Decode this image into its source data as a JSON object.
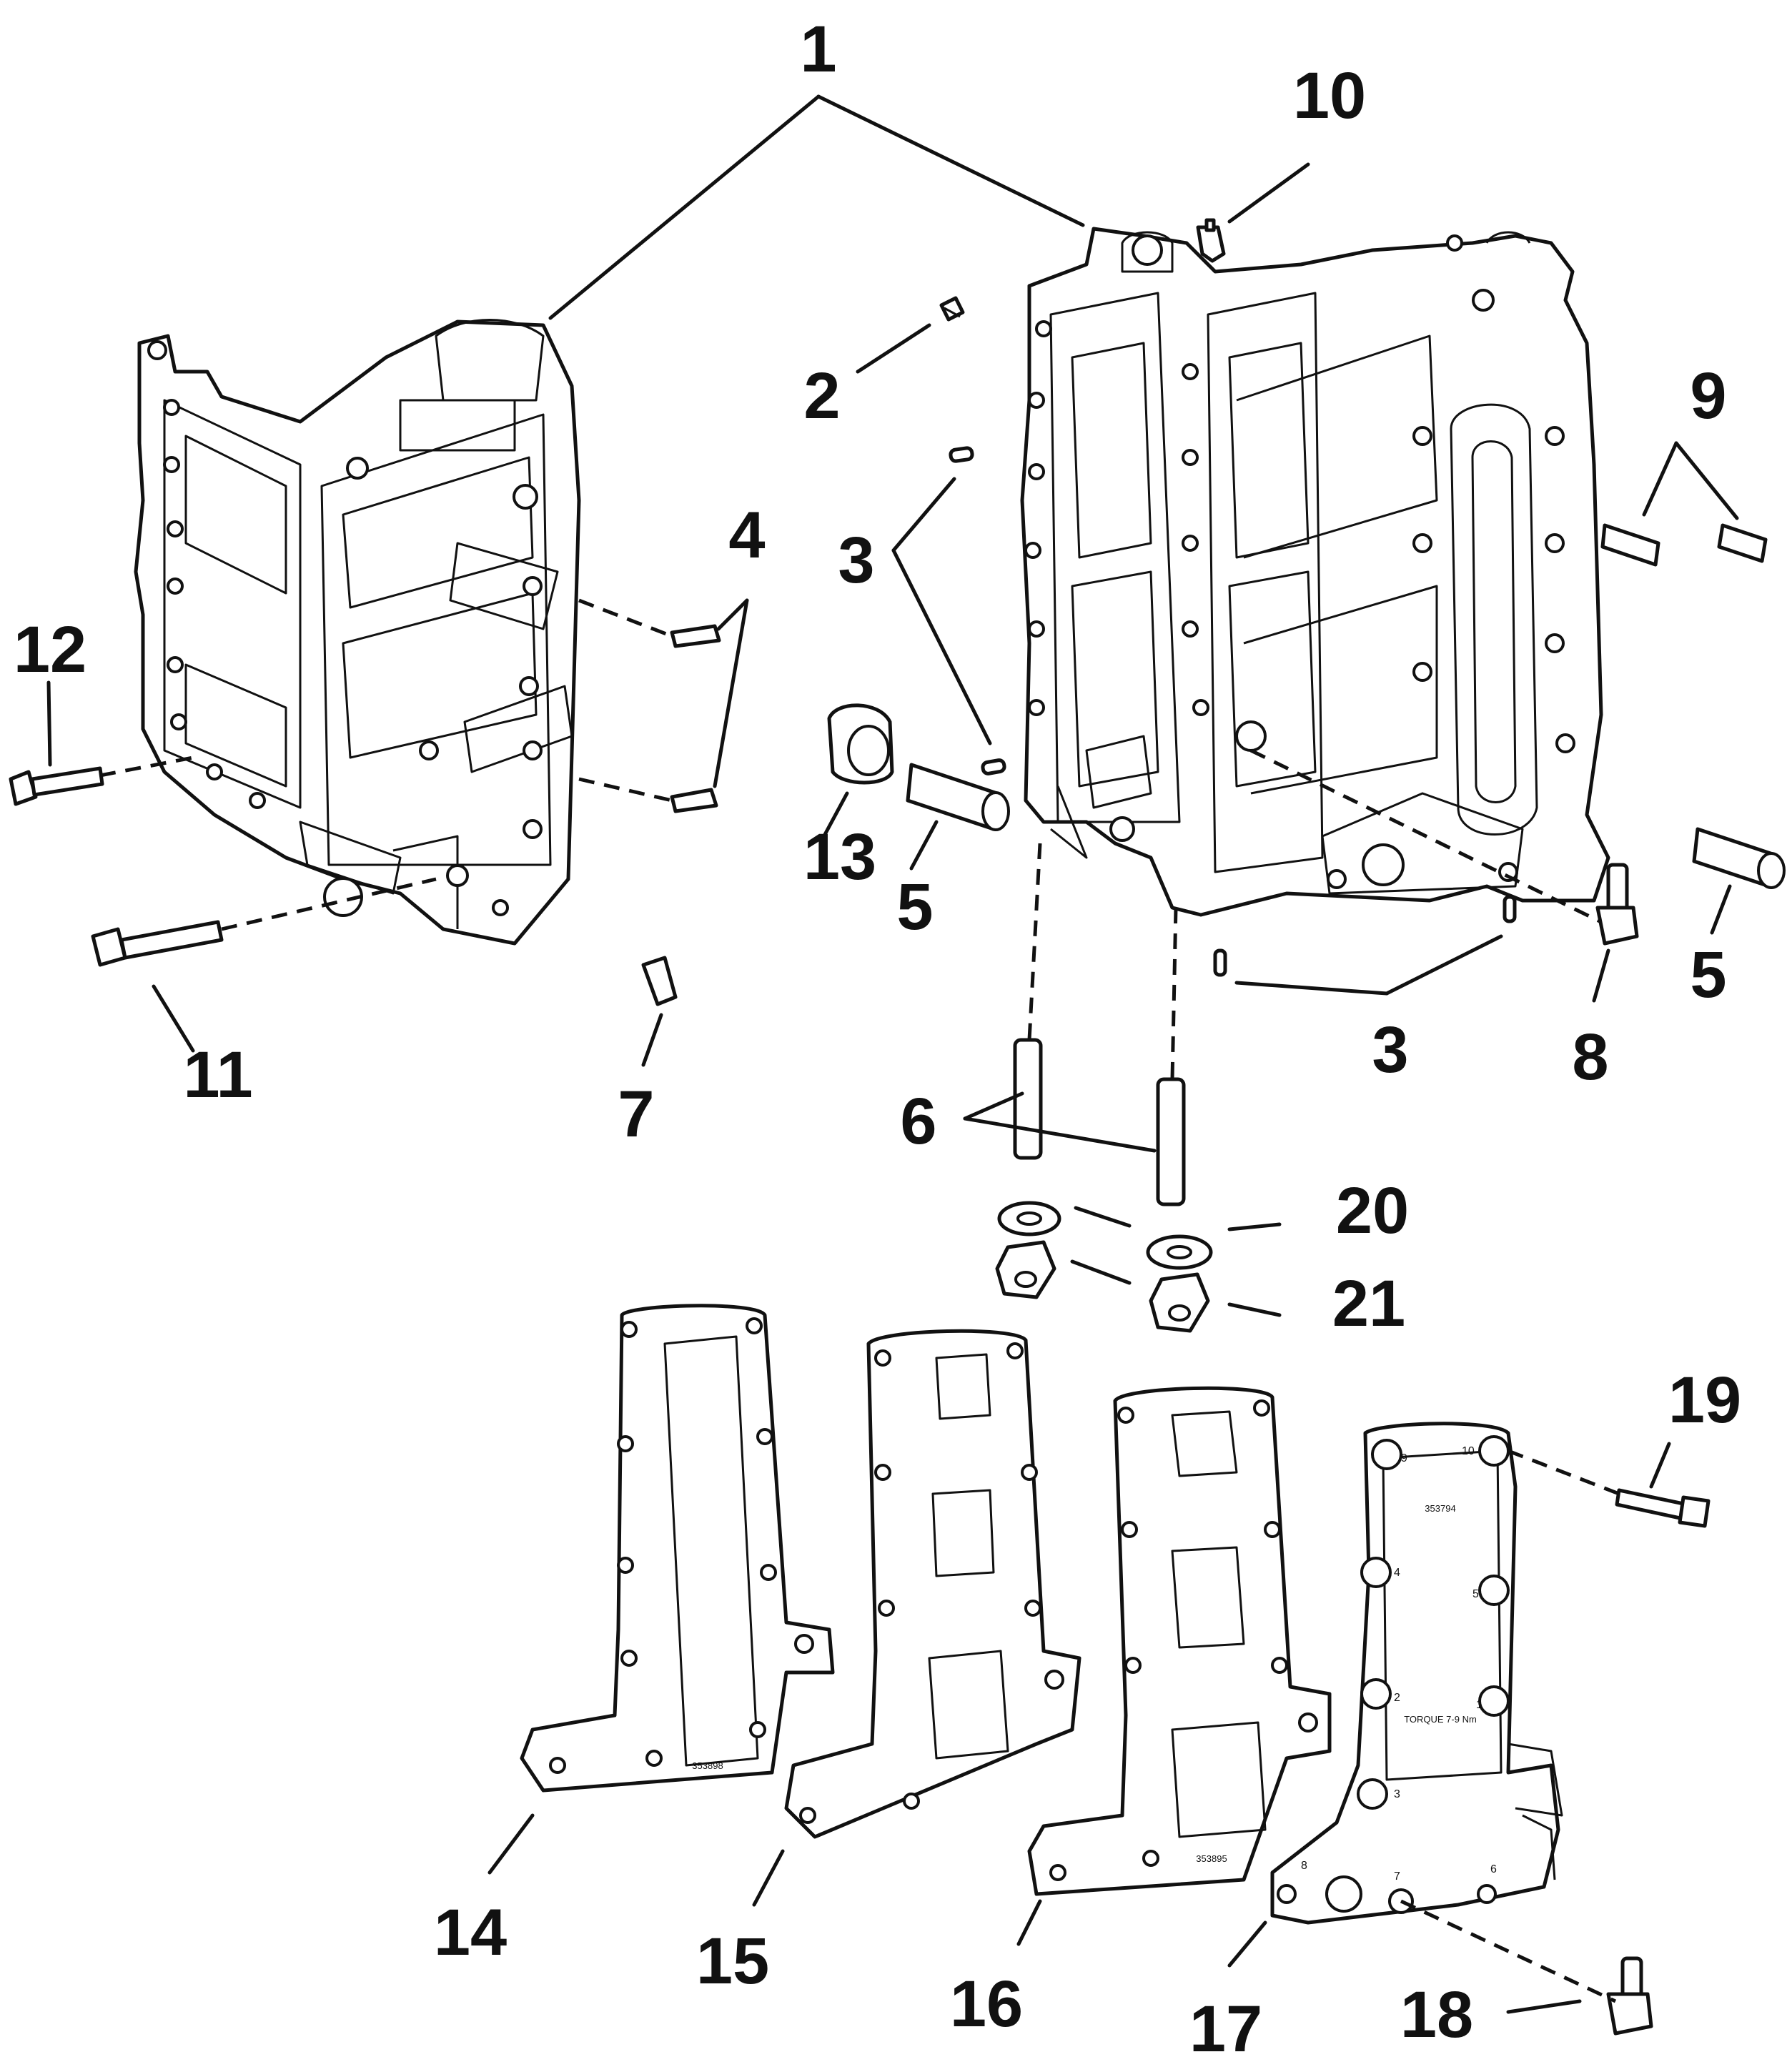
{
  "callouts": {
    "c1": "1",
    "c2": "2",
    "c3a": "3",
    "c3b": "3",
    "c4": "4",
    "c5a": "5",
    "c5b": "5",
    "c6": "6",
    "c7": "7",
    "c8": "8",
    "c9": "9",
    "c10": "10",
    "c11": "11",
    "c12": "12",
    "c13": "13",
    "c14": "14",
    "c15": "15",
    "c16": "16",
    "c17": "17",
    "c18": "18",
    "c19": "19",
    "c20": "20",
    "c21": "21"
  },
  "stamps": {
    "gasket_14": "353898",
    "gasket_16": "353895",
    "cover_17_part": "353794",
    "cover_17_torque": "TORQUE 7-9 Nm"
  },
  "bolt_sequence": [
    "9",
    "10",
    "4",
    "5",
    "2",
    "1",
    "3",
    "8",
    "7",
    "6"
  ]
}
